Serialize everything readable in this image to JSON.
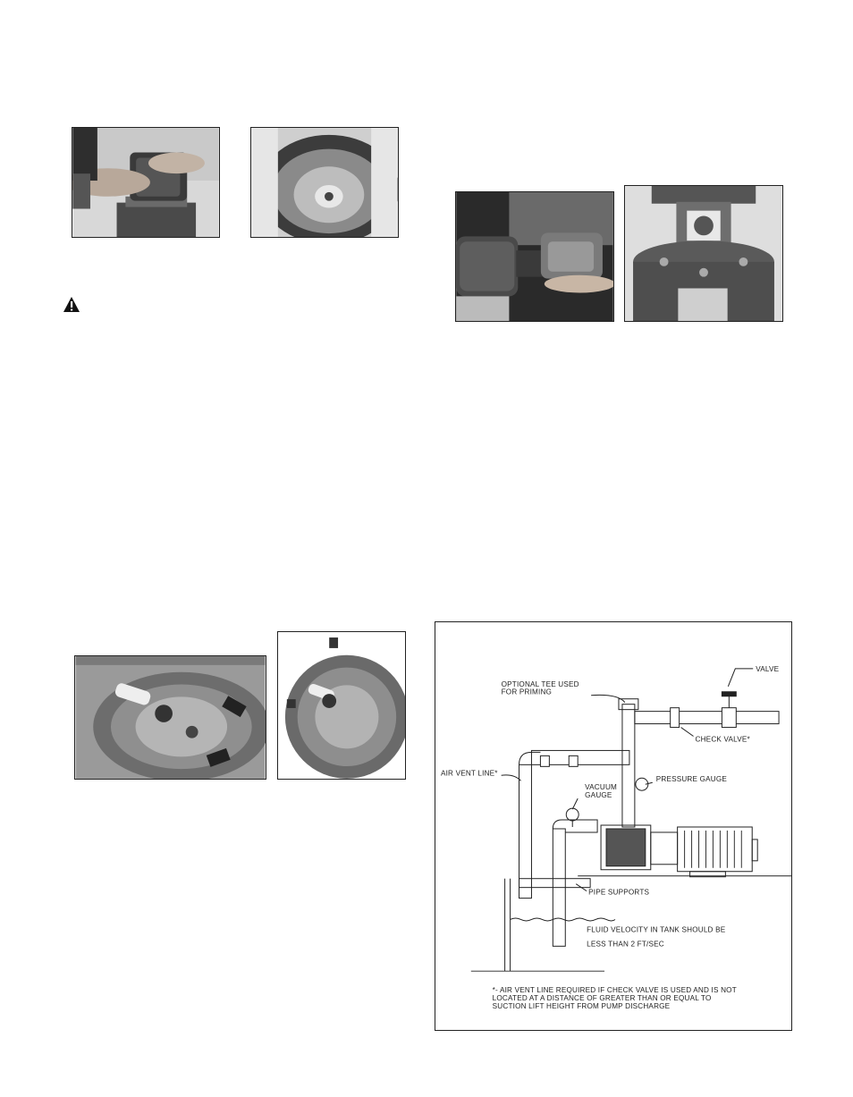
{
  "diagram": {
    "labels": {
      "optional_tee_line1": "OPTIONAL TEE USED",
      "optional_tee_line2": "FOR PRIMING",
      "valve": "VALVE",
      "check_valve": "CHECK VALVE*",
      "air_vent_line": "AIR VENT LINE*",
      "pressure_gauge": "PRESSURE GAUGE",
      "vacuum_line1": "VACUUM",
      "vacuum_line2": "GAUGE",
      "pipe_supports": "PIPE SUPPORTS",
      "fluid_line1": "FLUID VELOCITY IN TANK SHOULD BE",
      "fluid_line2": "LESS THAN 2 FT/SEC",
      "note_line1": "*- AIR VENT LINE REQUIRED IF CHECK VALVE IS USED AND IS NOT",
      "note_line2": "LOCATED AT A DISTANCE OF GREATER THAN OR EQUAL TO",
      "note_line3": "SUCTION LIFT HEIGHT FROM PUMP DISCHARGE"
    }
  },
  "icons": {
    "warning": "warning-triangle-icon"
  }
}
